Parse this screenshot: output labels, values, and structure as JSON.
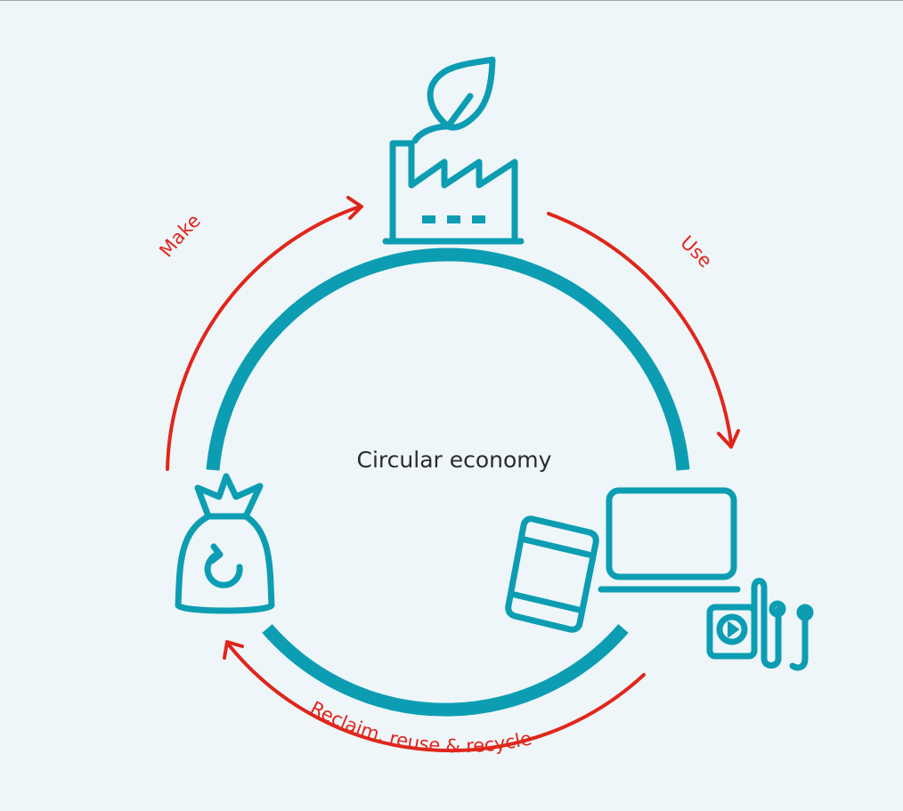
{
  "center_label": "Circular economy",
  "stages": {
    "make": "Make",
    "use": "Use",
    "reclaim": "Reclaim, reuse & recycle"
  },
  "icons": {
    "factory": "factory-with-leaf-icon",
    "devices": "tablet-laptop-music-player-icon",
    "bag": "recycling-bag-icon"
  },
  "colors": {
    "background": "#eef6f9",
    "ring": "#0d9db3",
    "arrows": "#e0261b",
    "text": "#2b2b2b"
  }
}
